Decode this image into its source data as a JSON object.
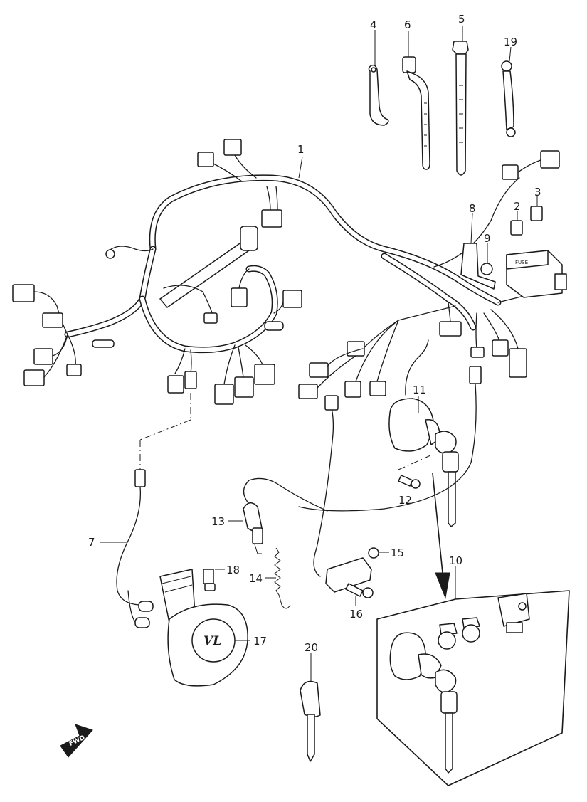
{
  "diagram": {
    "part_labels": [
      "1",
      "2",
      "3",
      "4",
      "5",
      "6",
      "7",
      "8",
      "9",
      "10",
      "11",
      "12",
      "13",
      "14",
      "15",
      "16",
      "17",
      "18",
      "19",
      "20"
    ],
    "forward_marker": "FWD",
    "fuse_box_text": "FUSE",
    "horn_cover_logo": "VL"
  }
}
